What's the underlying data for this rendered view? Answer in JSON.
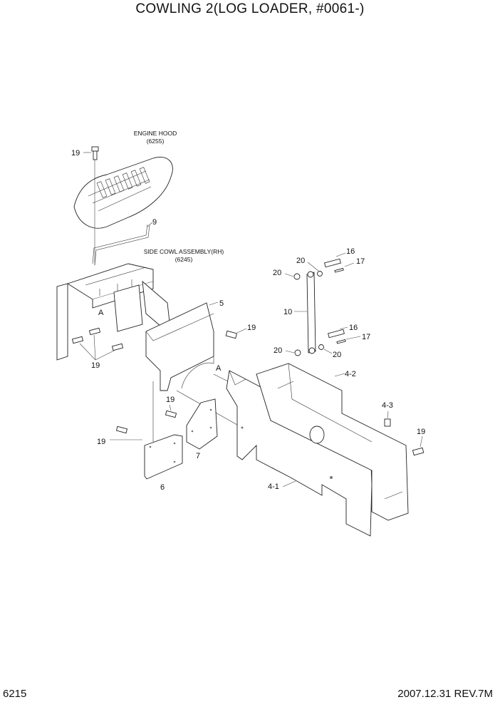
{
  "title": "COWLING 2(LOG LOADER, #0061-)",
  "footer": {
    "page": "6215",
    "revision": "2007.12.31  REV.7M"
  },
  "notes": {
    "engine_hood": [
      "ENGINE HOOD",
      "(6255)"
    ],
    "side_cowl": [
      "SIDE COWL ASSEMBLY(RH)",
      "(6245)"
    ]
  },
  "callouts": {
    "c19_hood": "19",
    "c9": "9",
    "cA_left": "A",
    "c19_left": "19",
    "c5": "5",
    "c19_mid": "19",
    "cA_right": "A",
    "c19_plate": "19",
    "c19_bolt": "19",
    "c7": "7",
    "c6": "6",
    "c4_1": "4-1",
    "c4_2": "4-2",
    "c4_3": "4-3",
    "c19_right": "19",
    "c20_top": "20",
    "c16_top": "16",
    "c17_top": "17",
    "c20_left": "20",
    "c10": "10",
    "c16_bot": "16",
    "c17_bot": "17",
    "c20_bot": "20",
    "c20_botleft": "20"
  }
}
